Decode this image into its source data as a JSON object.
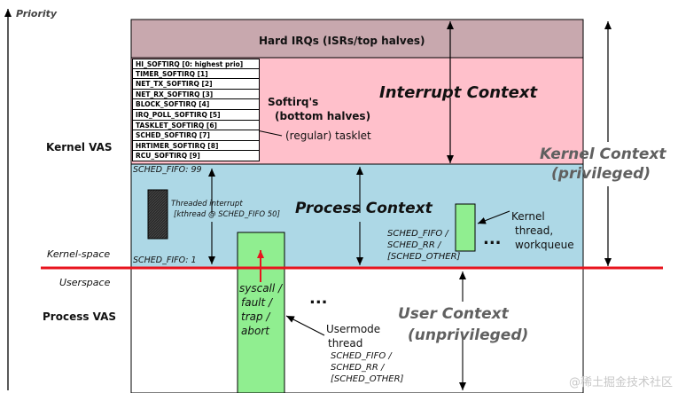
{
  "labels": {
    "priority": "Priority",
    "kernel_vas": "Kernel VAS",
    "kernel_space": "Kernel-space",
    "userspace": "Userspace",
    "process_vas": "Process VAS",
    "hard_irqs": "Hard IRQs (ISRs/top halves)",
    "interrupt_context": "Interrupt Context",
    "softirqs_line1": "Softirq's",
    "softirqs_line2": "(bottom halves)",
    "regular_tasklet": "(regular) tasklet",
    "kernel_context_line1": "Kernel Context",
    "kernel_context_line2": "(privileged)",
    "sched_fifo_99": "SCHED_FIFO: 99",
    "sched_fifo_1": "SCHED_FIFO:  1",
    "threaded_interrupt_line1": "Threaded interrupt",
    "threaded_interrupt_line2": "[kthread @ SCHED_FIFO 50]",
    "process_context": "Process Context",
    "kthread_sched_line1": "SCHED_FIFO /",
    "kthread_sched_line2": "SCHED_RR   /",
    "kthread_sched_line3": "[SCHED_OTHER]",
    "kernel_thread_line1": "Kernel",
    "kernel_thread_line2": "thread,",
    "kernel_thread_line3": "workqueue",
    "ellipsis_kernel": "...",
    "ellipsis_user": "...",
    "syscall_line1": "syscall /",
    "syscall_line2": "fault /",
    "syscall_line3": "trap /",
    "syscall_line4": "abort",
    "usermode_line1": "Usermode",
    "usermode_line2": "thread",
    "user_sched_line1": "SCHED_FIFO /",
    "user_sched_line2": "SCHED_RR   /",
    "user_sched_line3": "[SCHED_OTHER]",
    "user_context_line1": "User Context",
    "user_context_line2": "(unprivileged)",
    "watermark": "@稀土掘金技术社区"
  },
  "softirqs": [
    "HI_SOFTIRQ [0: highest prio]",
    "TIMER_SOFTIRQ  [1]",
    "NET_TX_SOFTIRQ  [2]",
    "NET_RX_SOFTIRQ  [3]",
    "BLOCK_SOFTIRQ  [4]",
    "IRQ_POLL_SOFTIRQ  [5]",
    "TASKLET_SOFTIRQ  [6]",
    "SCHED_SOFTIRQ  [7]",
    "HRTIMER_SOFTIRQ  [8]",
    "RCU_SOFTIRQ  [9]"
  ],
  "colors": {
    "hard_irq_bg": "#c8a8ae",
    "interrupt_bg": "#ffc0cb",
    "process_bg": "#add8e6",
    "thread_green": "#90ee90",
    "boundary_red": "#e8141e",
    "dark_block": "#2b2b2b",
    "context_gray": "#606060"
  }
}
